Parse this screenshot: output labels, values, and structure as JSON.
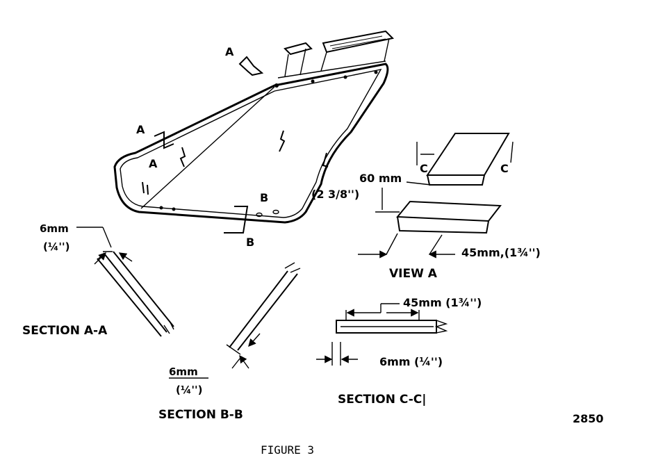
{
  "figure": {
    "caption": "FIGURE 3",
    "number": "2850"
  },
  "view_a": {
    "title": "VIEW A",
    "arrow_letter": "A",
    "cut_left": "C",
    "cut_right": "C",
    "height_metric": "60 mm",
    "height_imperial": "(2 3/8'')",
    "width_label": "45mm,(1¾'')"
  },
  "main_part": {
    "section_a_top": "A",
    "section_a_bottom": "A",
    "section_b_top": "B",
    "section_b_bottom": "B"
  },
  "section_aa": {
    "title": "SECTION A-A",
    "dim_metric": "6mm",
    "dim_imperial": "(¼'')"
  },
  "section_bb": {
    "title": "SECTION B-B",
    "dim_metric": "6mm",
    "dim_imperial": "(¼'')"
  },
  "section_cc": {
    "title": "SECTION C-C|",
    "length_label": "45mm (1¾'')",
    "width_label": "6mm (¼'')"
  }
}
